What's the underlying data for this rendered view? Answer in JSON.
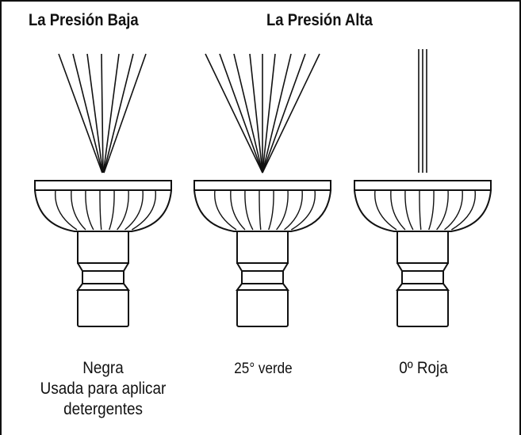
{
  "headings": {
    "low_pressure": "La Presión Baja",
    "high_pressure": "La Presión Alta"
  },
  "nozzles": [
    {
      "name": "Negra",
      "description_line1": "Usada para aplicar",
      "description_line2": "detergentes",
      "spray": "wide-fan"
    },
    {
      "name": "25° verde",
      "spray": "fan-25"
    },
    {
      "name": "0º Roja",
      "spray": "zero-degree"
    }
  ],
  "colors": {
    "line": "#111111",
    "background": "#ffffff"
  }
}
